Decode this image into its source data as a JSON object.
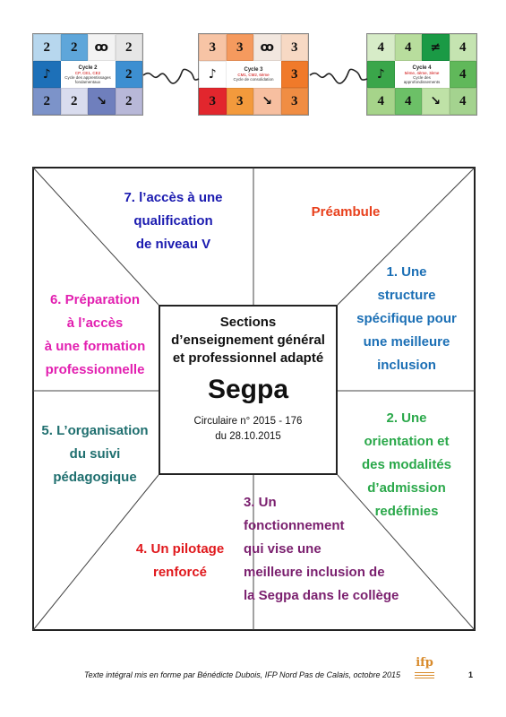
{
  "cycles": [
    {
      "id": "cycle-2",
      "top_row": [
        "2",
        "2",
        "ꝏ",
        "2"
      ],
      "left_mid": "♪",
      "right_mid": "2",
      "bottom_row": [
        "2",
        "2",
        "↘",
        "2"
      ],
      "title": "Cycle 2",
      "grades": "CP, CE1, CE2",
      "name": "Cycle des apprentissages fondamentaux",
      "top_colors": [
        "#b7d7ee",
        "#5ea6da",
        "#f3f3f3",
        "#e6e6e6"
      ],
      "mid_colors": [
        "#1d70b8",
        "#3d8fd1"
      ],
      "bottom_colors": [
        "#7c93c9",
        "#d9dcee",
        "#6f7fbd",
        "#b8b8d8"
      ]
    },
    {
      "id": "cycle-3",
      "top_row": [
        "3",
        "3",
        "ꝏ",
        "3"
      ],
      "left_mid": "♪",
      "right_mid": "3",
      "bottom_row": [
        "3",
        "3",
        "↘",
        "3"
      ],
      "title": "Cycle 3",
      "grades": "CM1, CM2, 6ème",
      "name": "Cycle de consolidation",
      "top_colors": [
        "#f7c4a5",
        "#f59a5e",
        "#f2e7df",
        "#f7d9c4"
      ],
      "mid_colors": [
        "#ffffff",
        "#f07a2a"
      ],
      "bottom_colors": [
        "#e2262d",
        "#f39a3c",
        "#f7bfa0",
        "#f08d43"
      ]
    },
    {
      "id": "cycle-4",
      "top_row": [
        "4",
        "4",
        "≠",
        "4"
      ],
      "left_mid": "♪",
      "right_mid": "4",
      "bottom_row": [
        "4",
        "4",
        "↘",
        "4"
      ],
      "title": "Cycle 4",
      "grades": "5ème, 4ème, 3ème",
      "name": "Cycle des approfondissements",
      "top_colors": [
        "#d7ecc8",
        "#b8dd9d",
        "#1a9a45",
        "#c5e4b1"
      ],
      "mid_colors": [
        "#3aa64a",
        "#60b85a"
      ],
      "bottom_colors": [
        "#a6d48a",
        "#6cc067",
        "#bfe2a7",
        "#a4d38f"
      ]
    }
  ],
  "diagram": {
    "center": {
      "heading": [
        "Sections",
        "d’enseignement général",
        "et professionnel adapté"
      ],
      "title": "Segpa",
      "circular": "Circulaire n° 2015 - 176",
      "date": "du 28.10.2015"
    },
    "preamble": "Préambule",
    "sections": {
      "s1": [
        "1. Une",
        "structure",
        "spécifique pour",
        "une meilleure",
        "inclusion"
      ],
      "s2": [
        "2. Une",
        "orientation et",
        "des modalités",
        "d’admission",
        "redéfinies"
      ],
      "s3": [
        "3. Un",
        "fonctionnement",
        "qui vise une",
        "meilleure inclusion de",
        "la Segpa dans le collège"
      ],
      "s4": [
        "4. Un pilotage",
        "renforcé"
      ],
      "s5": [
        "5. L’organisation",
        "du suivi",
        "pédagogique"
      ],
      "s6": [
        "6. Préparation",
        "à l’accès",
        "à une formation",
        "professionnelle"
      ],
      "s7": [
        "7. l’accès à une",
        "qualification",
        "de niveau V"
      ]
    },
    "colors": {
      "preamble": "#e8401c",
      "s1": "#1b6fb5",
      "s2": "#2aa84a",
      "s3": "#7a1f6e",
      "s4": "#e0181c",
      "s5": "#1f6f6f",
      "s6": "#e21fb0",
      "s7": "#1b1bb0"
    }
  },
  "footer": {
    "credit": "Texte intégral mis en forme par Bénédicte Dubois, IFP Nord Pas de Calais, octobre 2015",
    "page": "1",
    "logo_text": "ifp"
  }
}
